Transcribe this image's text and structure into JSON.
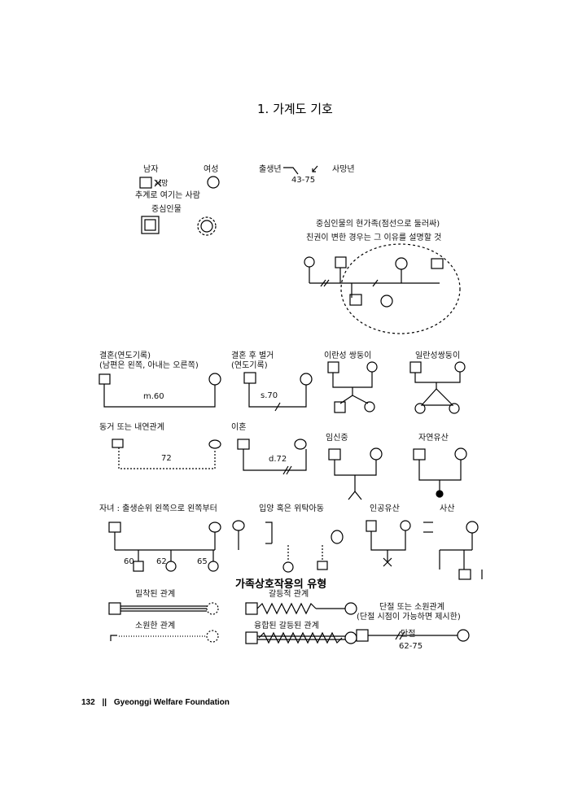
{
  "title": "1. 가계도 기호",
  "legend_symbols": {
    "male": "남자",
    "female": "여성",
    "birth_year": "출생년",
    "death_year": "사망년",
    "birth_death_dates": "43-75",
    "deceased_mark": "사망",
    "deceased_note": "추계로 여기는 사람",
    "index_person": "중심인물",
    "household_note_line1": "중심인물의 현가족(점선으로 둘러싸)",
    "household_note_line2": "친권이 변한 경우는 그 이유를 설명할 것"
  },
  "relationships": {
    "marriage": "결혼(연도기록)",
    "marriage_note": "(남편은 왼쪽, 아내는 오른쪽)",
    "marriage_date": "m.60",
    "separation": "결혼 후 별거",
    "separation_note": "(연도기록)",
    "separation_date": "s.70",
    "fraternal_twins": "이란성 쌍둥이",
    "identical_twins": "일란성쌍둥이",
    "cohabitation": "동거 또는 내연관계",
    "cohabitation_date": "72",
    "divorce": "이혼",
    "divorce_date": "d.72",
    "pregnancy": "임신중",
    "spontaneous_abortion": "자연유산",
    "children_order": "자녀 : 출생순위 왼쪽으로 왼쪽부터",
    "adopted_child": "입양 혹은 위탁아동",
    "induced_abortion": "인공유산",
    "stillbirth": "사산",
    "child_year_1": "60",
    "child_year_2": "62",
    "child_year_3": "65"
  },
  "interaction_heading": "가족상호작용의 유형",
  "interactions": {
    "close": "밀착된 관계",
    "conflict": "갈등적 관계",
    "cutoff": "단절 또는 소원관계",
    "cutoff_note": "(단절 시점이 가능하면 제시한)",
    "distant": "소원한 관계",
    "fused_conflict": "융합된 갈등된 관계",
    "cutoff_label": "단절",
    "cutoff_date": "62-75"
  },
  "footer": {
    "page_number": "132",
    "separator": "||",
    "publisher": "Gyeonggi  Welfare  Foundation"
  }
}
